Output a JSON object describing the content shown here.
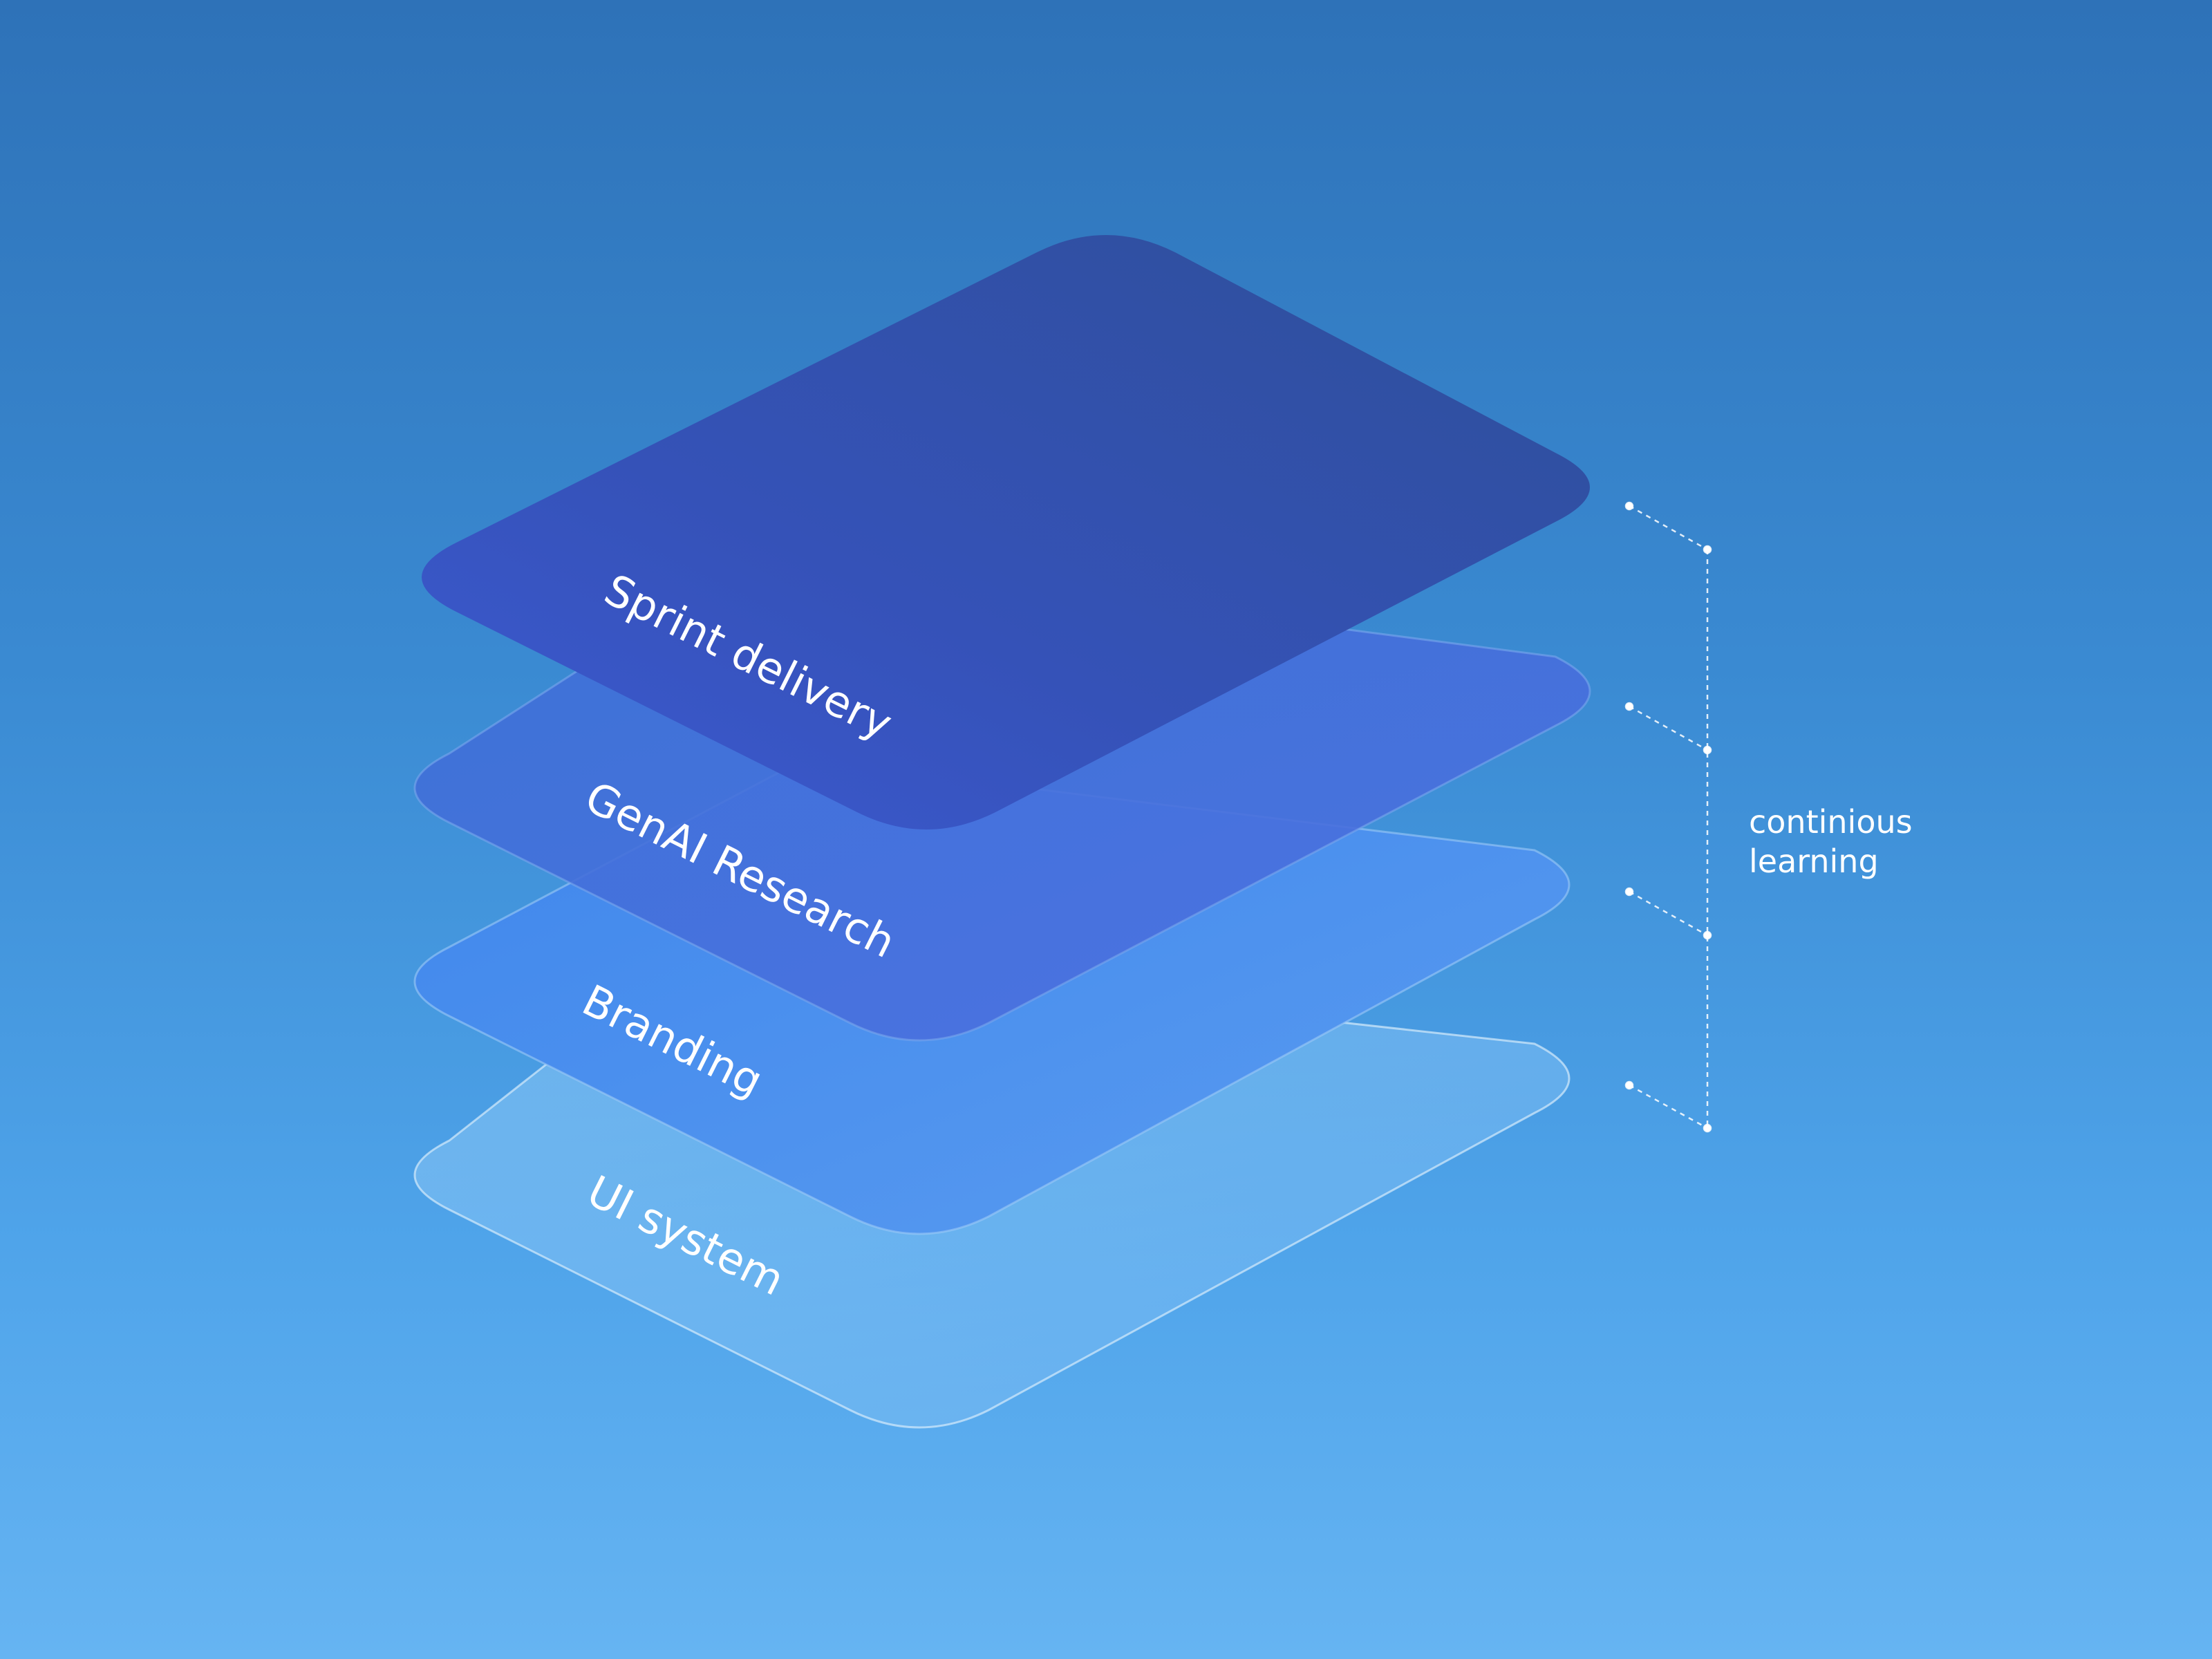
{
  "diagram": {
    "layers": [
      {
        "id": "ui-system",
        "label": "UI system",
        "color": "#7ec0f4",
        "opacity": 0.55,
        "stroke": "#cfe7fb"
      },
      {
        "id": "branding",
        "label": "Branding",
        "color": "#4a8ff0",
        "opacity": 0.92,
        "stroke": "#8ec2f6"
      },
      {
        "id": "genai-research",
        "label": "GenAI Research",
        "color": "#4667dc",
        "opacity": 0.82,
        "stroke": "#6f9be8"
      },
      {
        "id": "sprint-delivery",
        "label": "Sprint delivery",
        "color": "#3550b8",
        "opacity": 0.97,
        "stroke": "#3550b8"
      }
    ],
    "side_label": {
      "line1": "continious",
      "line2": "learning"
    },
    "accent": "#ffffff"
  }
}
